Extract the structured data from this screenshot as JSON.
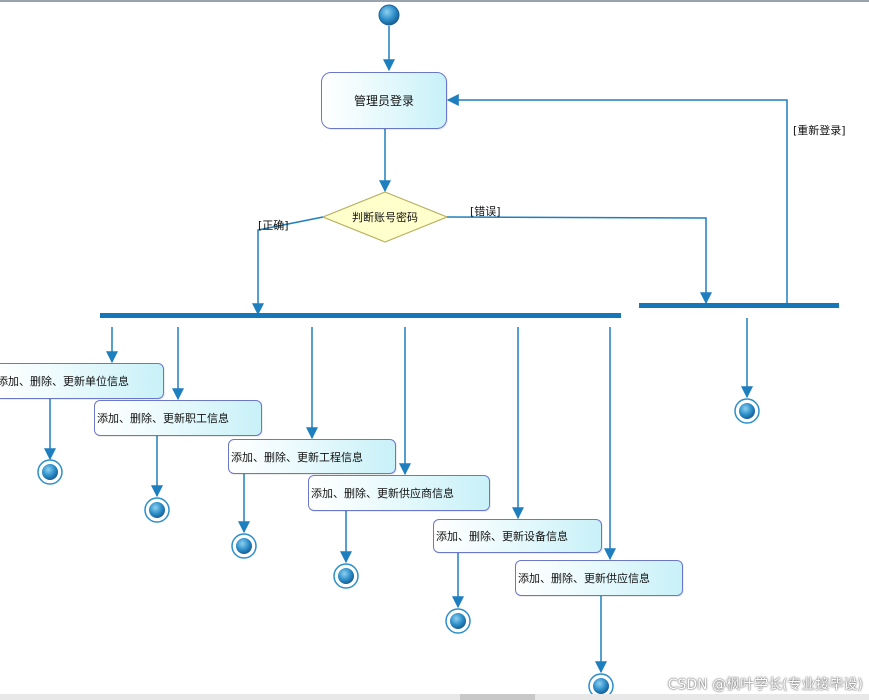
{
  "diagram": {
    "login_node": "管理员登录",
    "decision_node": "判断账号密码",
    "guard_correct": "[正确]",
    "guard_wrong": "[错误]",
    "guard_relogin": "[重新登录]",
    "actions": [
      "添加、删除、更新单位信息",
      "添加、删除、更新职工信息",
      "添加、删除、更新工程信息",
      "添加、删除、更新供应商信息",
      "添加、删除、更新设备信息",
      "添加、删除、更新供应信息"
    ]
  },
  "watermark": "CSDN @枫叶学长(专业接毕设)",
  "colors": {
    "line": "#1e7fbf",
    "bar": "#1577b8",
    "node_fill": "#2d8fca",
    "decision_fill": "#ffffcc",
    "decision_stroke": "#b8b060"
  }
}
